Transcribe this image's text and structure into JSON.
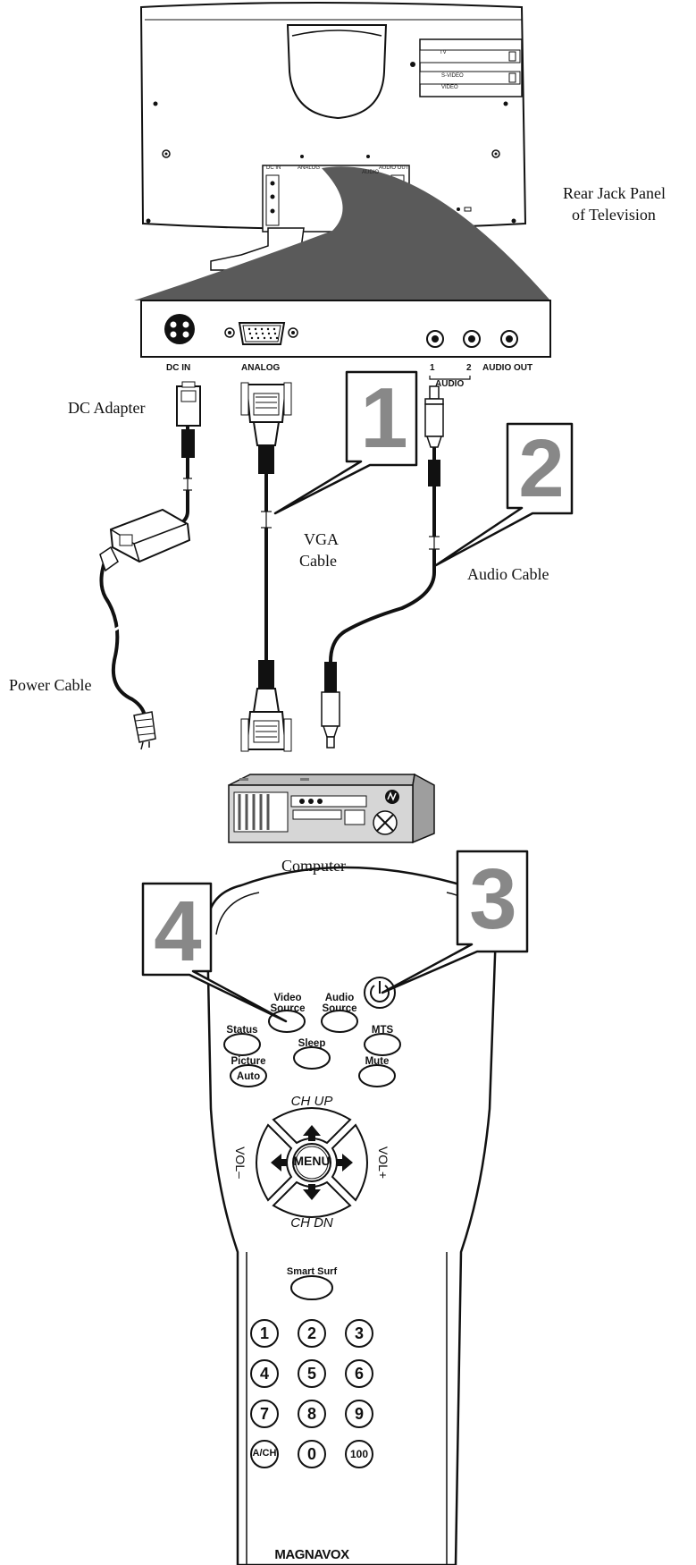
{
  "labels": {
    "rear_panel_line1": "Rear Jack Panel",
    "rear_panel_line2": "of  Television",
    "dc_adapter": "DC Adapter",
    "vga_line1": "VGA",
    "vga_line2": "Cable",
    "audio_cable": "Audio Cable",
    "power_cable": "Power Cable",
    "computer": "Computer"
  },
  "jack_panel": {
    "dc_in": "DC IN",
    "analog": "ANALOG",
    "audio_1": "1",
    "audio_2": "2",
    "audio": "AUDIO",
    "audio_out": "AUDIO OUT"
  },
  "tv_back": {
    "tv": "TV",
    "svideo": "S-VIDEO",
    "video": "VIDEO",
    "dc_in": "DC IN",
    "analog": "ANALOG",
    "audio": "AUDIO",
    "audio_out": "AUDIO OUT"
  },
  "steps": [
    "1",
    "2",
    "3",
    "4"
  ],
  "remote": {
    "video_source": [
      "Video",
      "Source"
    ],
    "audio_source": [
      "Audio",
      "Source"
    ],
    "status": "Status",
    "mts": "MTS",
    "sleep": "Sleep",
    "picture": "Picture",
    "auto": "Auto",
    "mute": "Mute",
    "ch_up": "CH   UP",
    "ch_dn": "CH   DN",
    "vol_minus": "VOL–",
    "vol_plus": "VOL+",
    "menu": "MENU",
    "smart_surf": "Smart Surf",
    "keypad": [
      "1",
      "2",
      "3",
      "4",
      "5",
      "6",
      "7",
      "8",
      "9",
      "A/CH",
      "0",
      "100"
    ],
    "brand": "MAGNAVOX"
  }
}
